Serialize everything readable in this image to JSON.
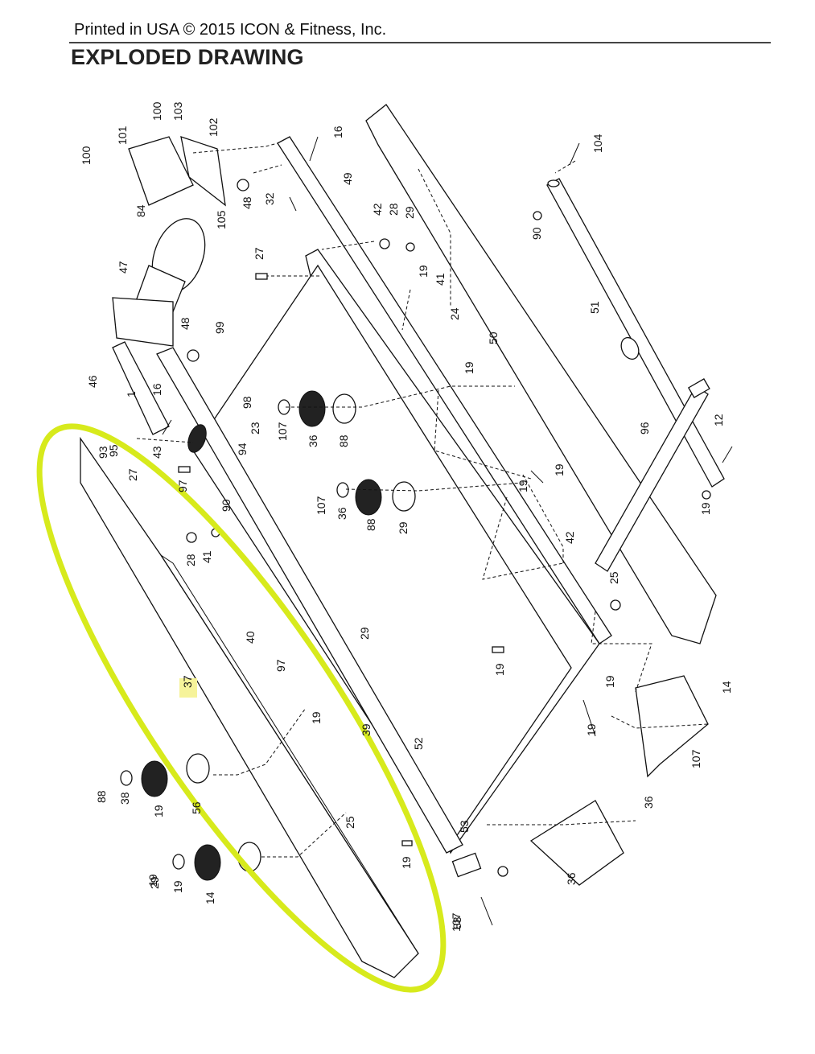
{
  "header": {
    "printed": "Printed in USA © 2015 ICON & Fitness, Inc.",
    "title": "EXPLODED DRAWING"
  },
  "highlight": {
    "part": "37",
    "color": "#d7ea1c",
    "label_bg": "#f6f39a"
  },
  "callouts": [
    "100",
    "101",
    "100",
    "103",
    "102",
    "16",
    "104",
    "84",
    "105",
    "48",
    "32",
    "49",
    "42",
    "28",
    "29",
    "90",
    "27",
    "47",
    "19",
    "41",
    "24",
    "51",
    "99",
    "48",
    "50",
    "46",
    "1",
    "16",
    "98",
    "23",
    "107",
    "36",
    "88",
    "19",
    "96",
    "12",
    "19",
    "93",
    "95",
    "43",
    "94",
    "27",
    "97",
    "19",
    "107",
    "36",
    "88",
    "29",
    "90",
    "19",
    "42",
    "28",
    "41",
    "40",
    "29",
    "25",
    "19",
    "37",
    "19",
    "97",
    "19",
    "39",
    "14",
    "52",
    "19",
    "107",
    "36",
    "88",
    "38",
    "19",
    "56",
    "25",
    "19",
    "53",
    "19",
    "107",
    "36",
    "88",
    "29",
    "19",
    "14"
  ]
}
